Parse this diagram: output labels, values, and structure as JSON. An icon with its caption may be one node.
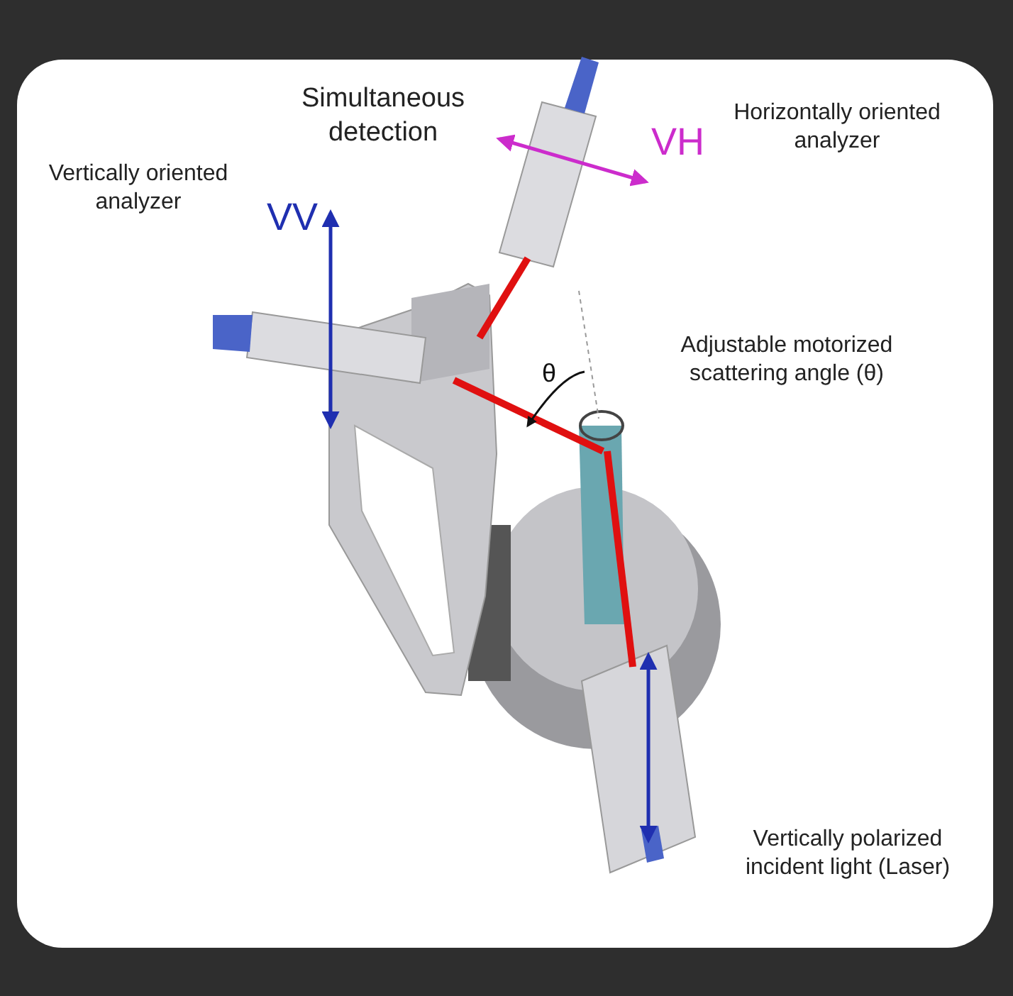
{
  "diagram": {
    "labels": [
      "Simultaneous detection",
      "Horizontally oriented analyzer",
      "VH",
      "Vertically oriented analyzer",
      "VV",
      "Adjustable motorized scattering angle (θ)",
      "θ",
      "Vertically polarized incident light (Laser)"
    ]
  }
}
